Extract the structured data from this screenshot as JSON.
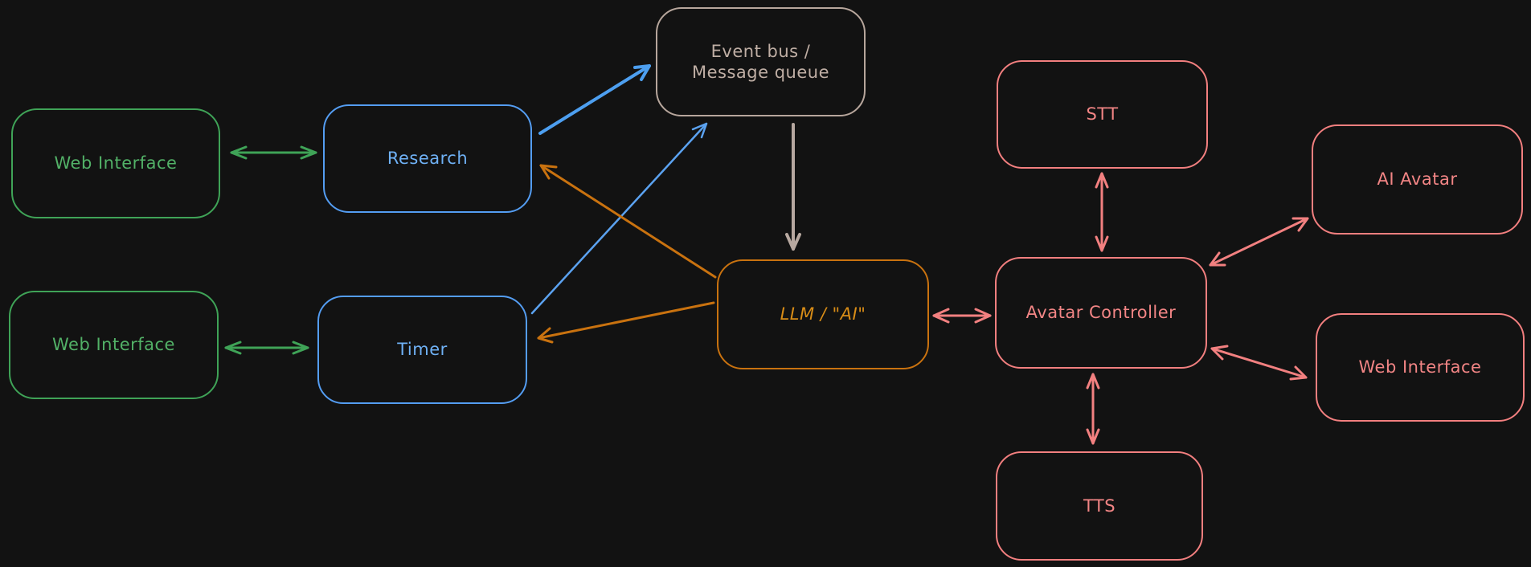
{
  "diagram": {
    "background_color": "#121212",
    "nodes": {
      "web_interface_top": {
        "label": "Web Interface",
        "color": "#3fa357",
        "color_name": "green"
      },
      "research": {
        "label": "Research",
        "color": "#549df2",
        "color_name": "blue"
      },
      "web_interface_bottom": {
        "label": "Web Interface",
        "color": "#3fa357",
        "color_name": "green"
      },
      "timer": {
        "label": "Timer",
        "color": "#549df2",
        "color_name": "blue"
      },
      "event_bus": {
        "label_line1": "Event bus /",
        "label_line2": "Message queue",
        "color": "#b7a69c",
        "color_name": "gray"
      },
      "llm": {
        "label": "LLM / \"AI\"",
        "color": "#c9720f",
        "color_name": "orange"
      },
      "stt": {
        "label": "STT",
        "color": "#f27f7f",
        "color_name": "pink"
      },
      "avatar_controller": {
        "label": "Avatar Controller",
        "color": "#f27f7f",
        "color_name": "pink"
      },
      "ai_avatar": {
        "label": "AI Avatar",
        "color": "#f27f7f",
        "color_name": "pink"
      },
      "web_interface_right": {
        "label": "Web Interface",
        "color": "#f27f7f",
        "color_name": "pink"
      },
      "tts": {
        "label": "TTS",
        "color": "#f27f7f",
        "color_name": "pink"
      }
    },
    "edges": [
      {
        "from": "web_interface_top",
        "to": "research",
        "direction": "bidirectional",
        "color": "#3fa357"
      },
      {
        "from": "web_interface_bottom",
        "to": "timer",
        "direction": "bidirectional",
        "color": "#3fa357"
      },
      {
        "from": "research",
        "to": "event_bus",
        "direction": "one-way",
        "color": "#549df2"
      },
      {
        "from": "timer",
        "to": "event_bus",
        "direction": "one-way",
        "color": "#5ba2f0"
      },
      {
        "from": "event_bus",
        "to": "llm",
        "direction": "one-way",
        "color": "#b7a8a0"
      },
      {
        "from": "llm",
        "to": "research",
        "direction": "one-way",
        "color": "#c9720f"
      },
      {
        "from": "llm",
        "to": "timer",
        "direction": "one-way",
        "color": "#c9720f"
      },
      {
        "from": "llm",
        "to": "avatar_controller",
        "direction": "bidirectional",
        "color": "#f27f7f"
      },
      {
        "from": "stt",
        "to": "avatar_controller",
        "direction": "bidirectional",
        "color": "#f27f7f"
      },
      {
        "from": "avatar_controller",
        "to": "ai_avatar",
        "direction": "bidirectional",
        "color": "#f27f7f"
      },
      {
        "from": "avatar_controller",
        "to": "web_interface_right",
        "direction": "bidirectional",
        "color": "#f27f7f"
      },
      {
        "from": "avatar_controller",
        "to": "tts",
        "direction": "bidirectional",
        "color": "#f27f7f"
      }
    ]
  }
}
